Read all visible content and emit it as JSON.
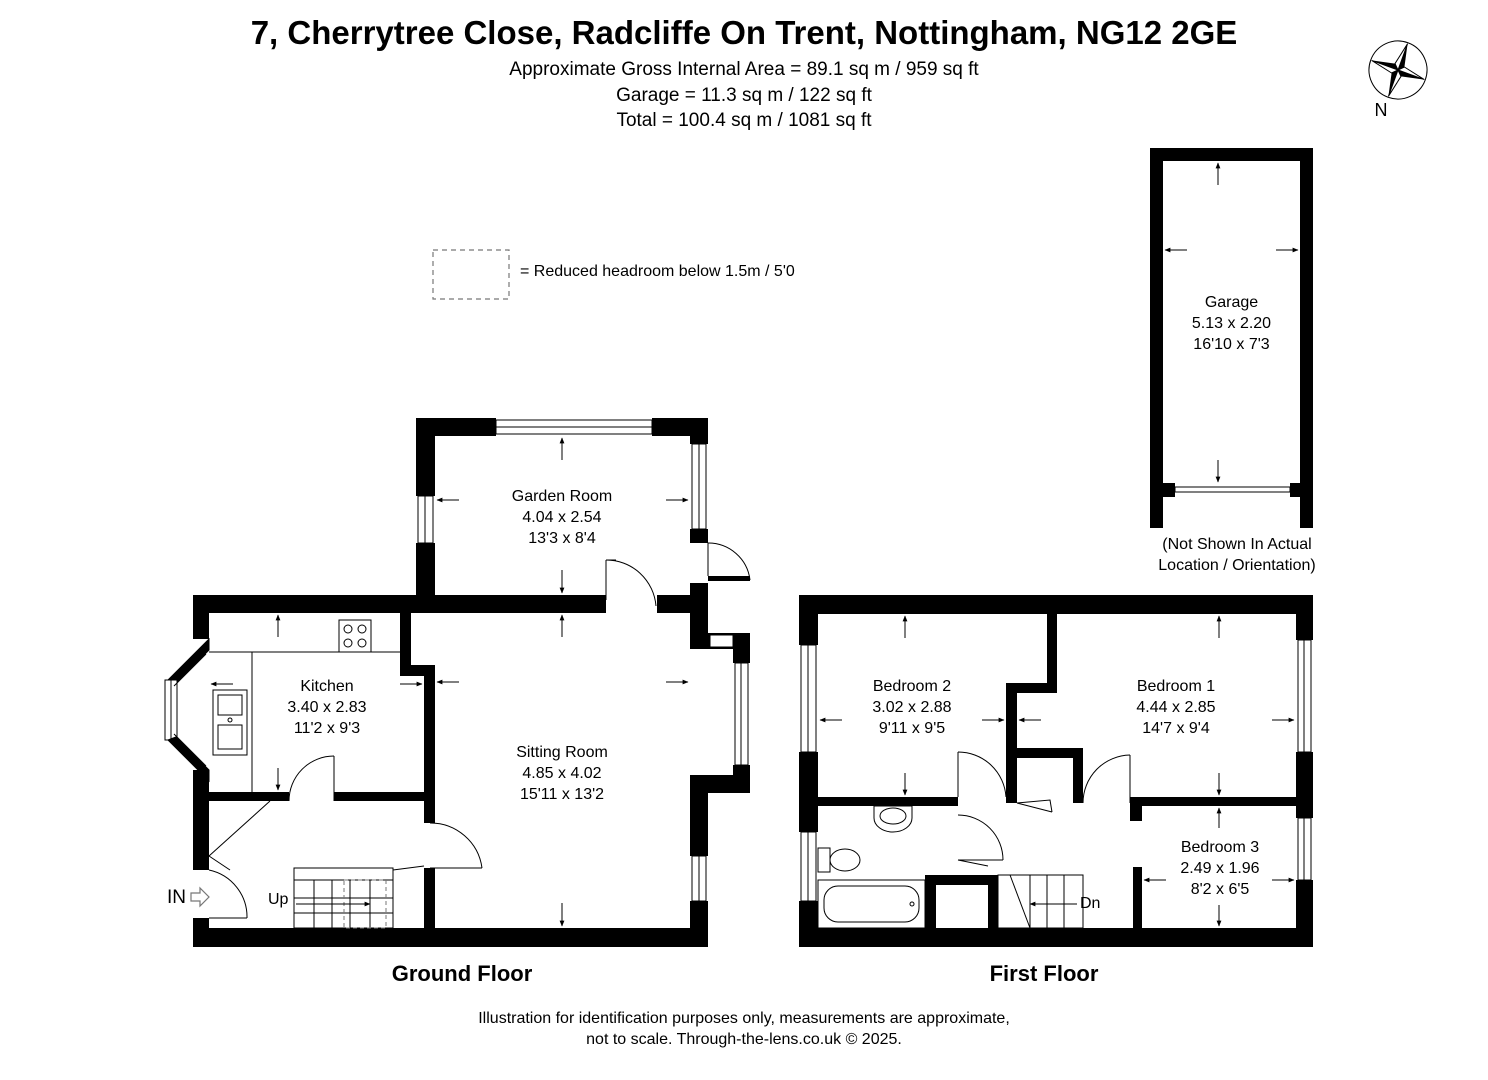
{
  "header": {
    "address": "7, Cherrytree Close, Radcliffe On Trent, Nottingham, NG12 2GE",
    "area_line": "Approximate Gross Internal Area = 89.1 sq m / 959 sq ft",
    "garage_line": "Garage = 11.3 sq m / 122 sq ft",
    "total_line": "Total = 100.4 sq m / 1081 sq ft"
  },
  "compass": {
    "label": "N",
    "icon": "compass-rose-icon"
  },
  "legend": {
    "text": "= Reduced headroom below 1.5m / 5'0"
  },
  "garage": {
    "name": "Garage",
    "metric": "5.13 x 2.20",
    "imperial": "16'10 x 7'3",
    "note_line1": "(Not Shown In Actual",
    "note_line2": "Location / Orientation)"
  },
  "ground_floor": {
    "label": "Ground Floor",
    "entrance": "IN",
    "stairs": "Up",
    "rooms": [
      {
        "name": "Garden Room",
        "metric": "4.04 x 2.54",
        "imperial": "13'3 x 8'4"
      },
      {
        "name": "Kitchen",
        "metric": "3.40 x 2.83",
        "imperial": "11'2 x 9'3"
      },
      {
        "name": "Sitting Room",
        "metric": "4.85 x 4.02",
        "imperial": "15'11 x 13'2"
      }
    ]
  },
  "first_floor": {
    "label": "First Floor",
    "stairs": "Dn",
    "rooms": [
      {
        "name": "Bedroom 2",
        "metric": "3.02 x 2.88",
        "imperial": "9'11 x 9'5"
      },
      {
        "name": "Bedroom 1",
        "metric": "4.44 x 2.85",
        "imperial": "14'7 x 9'4"
      },
      {
        "name": "Bedroom 3",
        "metric": "2.49 x 1.96",
        "imperial": "8'2 x 6'5"
      }
    ]
  },
  "footer": {
    "line1": "Illustration for identification purposes only, measurements are approximate,",
    "line2": "not to scale. Through-the-lens.co.uk © 2025."
  }
}
